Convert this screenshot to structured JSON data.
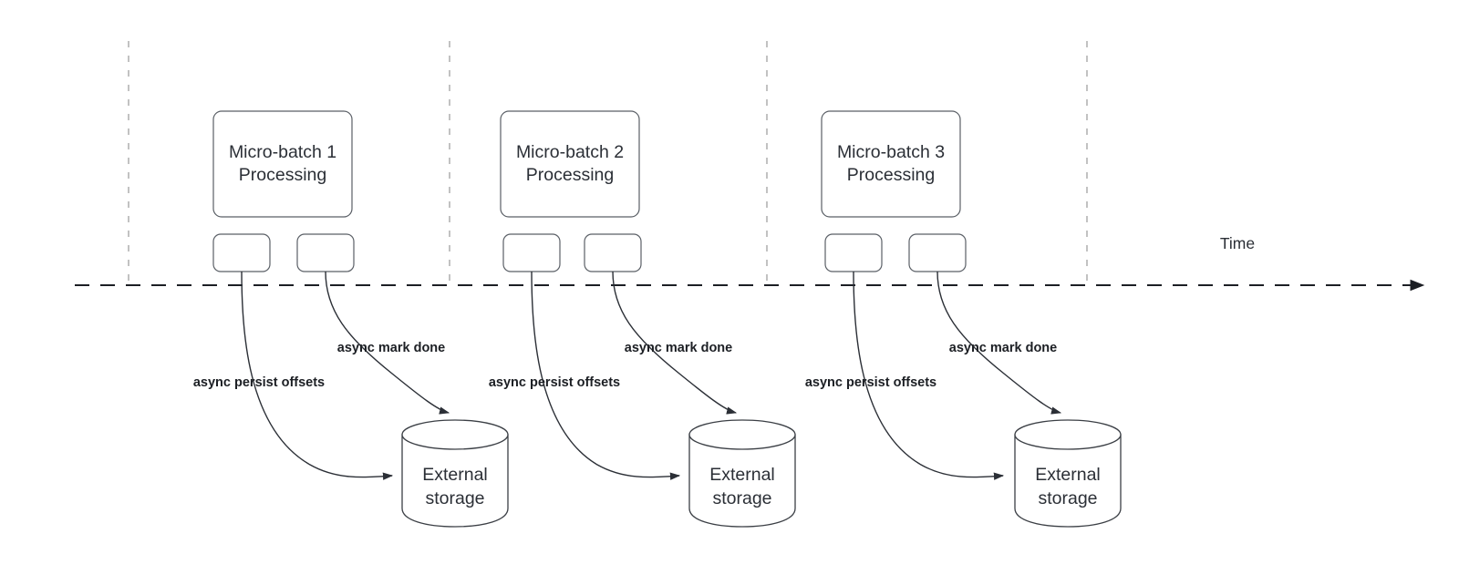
{
  "diagram": {
    "title_text": "",
    "colors": {
      "background": "#ffffff",
      "shape_stroke": "#5a5f66",
      "cylinder_stroke": "#3b3f45",
      "flow_stroke": "#2b2f36",
      "tick_stroke": "#b3b3b3",
      "axis_stroke": "#1c1f24",
      "text": "#2b2f36",
      "bold_text": "#1c1f24"
    },
    "timeline": {
      "axis_label": "Time",
      "axis_style": "dashed-arrow-right"
    },
    "groups": [
      {
        "id": "group-1",
        "batch_label_line1": "Micro-batch 1",
        "batch_label_line2": "Processing",
        "task_boxes": [
          "",
          ""
        ],
        "edges": [
          {
            "label": "async persist offsets"
          },
          {
            "label": "async mark done"
          }
        ],
        "storage_label_line1": "External",
        "storage_label_line2": "storage"
      },
      {
        "id": "group-2",
        "batch_label_line1": "Micro-batch 2",
        "batch_label_line2": "Processing",
        "task_boxes": [
          "",
          ""
        ],
        "edges": [
          {
            "label": "async persist offsets"
          },
          {
            "label": "async mark done"
          }
        ],
        "storage_label_line1": "External",
        "storage_label_line2": "storage"
      },
      {
        "id": "group-3",
        "batch_label_line1": "Micro-batch 3",
        "batch_label_line2": "Processing",
        "task_boxes": [
          "",
          ""
        ],
        "edges": [
          {
            "label": "async persist offsets"
          },
          {
            "label": "async mark done"
          }
        ],
        "storage_label_line1": "External",
        "storage_label_line2": "storage"
      }
    ]
  }
}
